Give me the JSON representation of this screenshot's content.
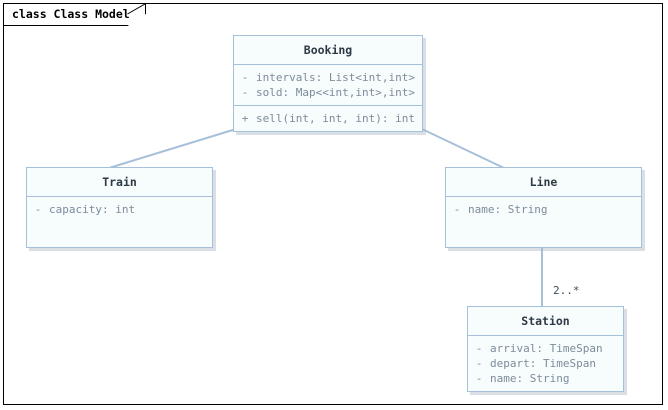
{
  "frame": {
    "keyword": "class",
    "name": "Class Model",
    "label": "class Class Model"
  },
  "colors": {
    "frame_border": "#000000",
    "class_border": "#a7c0da",
    "class_fill": "#f7fcfd",
    "connector": "#a7c0da",
    "title_text": "#2d3a45",
    "member_text": "#7d8c9b",
    "canvas": "#ffffff"
  },
  "classes": [
    {
      "id": "booking",
      "name": "Booking",
      "attributes": [
        {
          "visibility": "-",
          "signature": "intervals: List<int,int>"
        },
        {
          "visibility": "-",
          "signature": "sold: Map<<int,int>,int>"
        }
      ],
      "operations": [
        {
          "visibility": "+",
          "signature": "sell(int, int, int): int"
        }
      ]
    },
    {
      "id": "train",
      "name": "Train",
      "attributes": [
        {
          "visibility": "-",
          "signature": "capacity: int"
        }
      ],
      "operations": []
    },
    {
      "id": "line",
      "name": "Line",
      "attributes": [
        {
          "visibility": "-",
          "signature": "name: String"
        }
      ],
      "operations": []
    },
    {
      "id": "station",
      "name": "Station",
      "attributes": [
        {
          "visibility": "-",
          "signature": "arrival: TimeSpan"
        },
        {
          "visibility": "-",
          "signature": "depart: TimeSpan"
        },
        {
          "visibility": "-",
          "signature": "name: String"
        }
      ],
      "operations": []
    }
  ],
  "associations": [
    {
      "id": "booking-train",
      "from": "Booking",
      "to": "Train",
      "label": ""
    },
    {
      "id": "booking-line",
      "from": "Booking",
      "to": "Line",
      "label": ""
    },
    {
      "id": "line-station",
      "from": "Line",
      "to": "Station",
      "label": "2..*"
    }
  ]
}
